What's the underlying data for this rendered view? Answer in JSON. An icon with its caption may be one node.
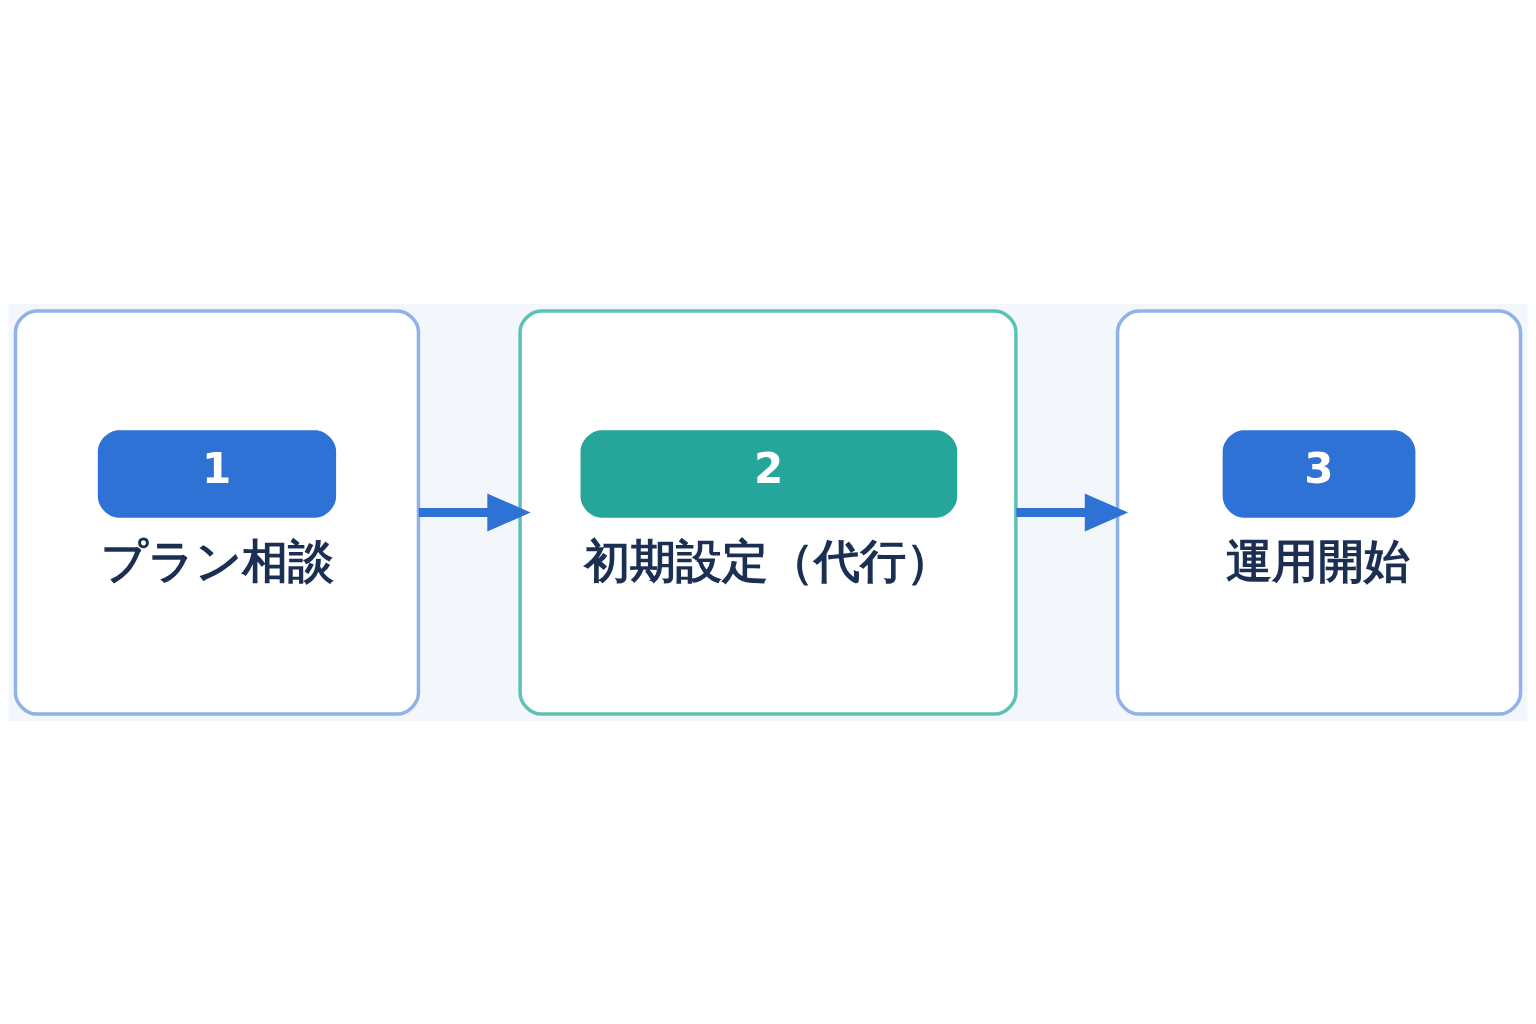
{
  "diagram": {
    "nodes": [
      {
        "text": [
          "1",
          "プラン相談"
        ]
      },
      {
        "text": [
          "2",
          "初期設定（代行）"
        ]
      },
      {
        "text": [
          "3",
          "運用開始"
        ]
      }
    ],
    "edges": [
      {
        "from": 0,
        "to": 1,
        "arrow": "to"
      },
      {
        "from": 1,
        "to": 2,
        "arrow": "to"
      }
    ]
  }
}
